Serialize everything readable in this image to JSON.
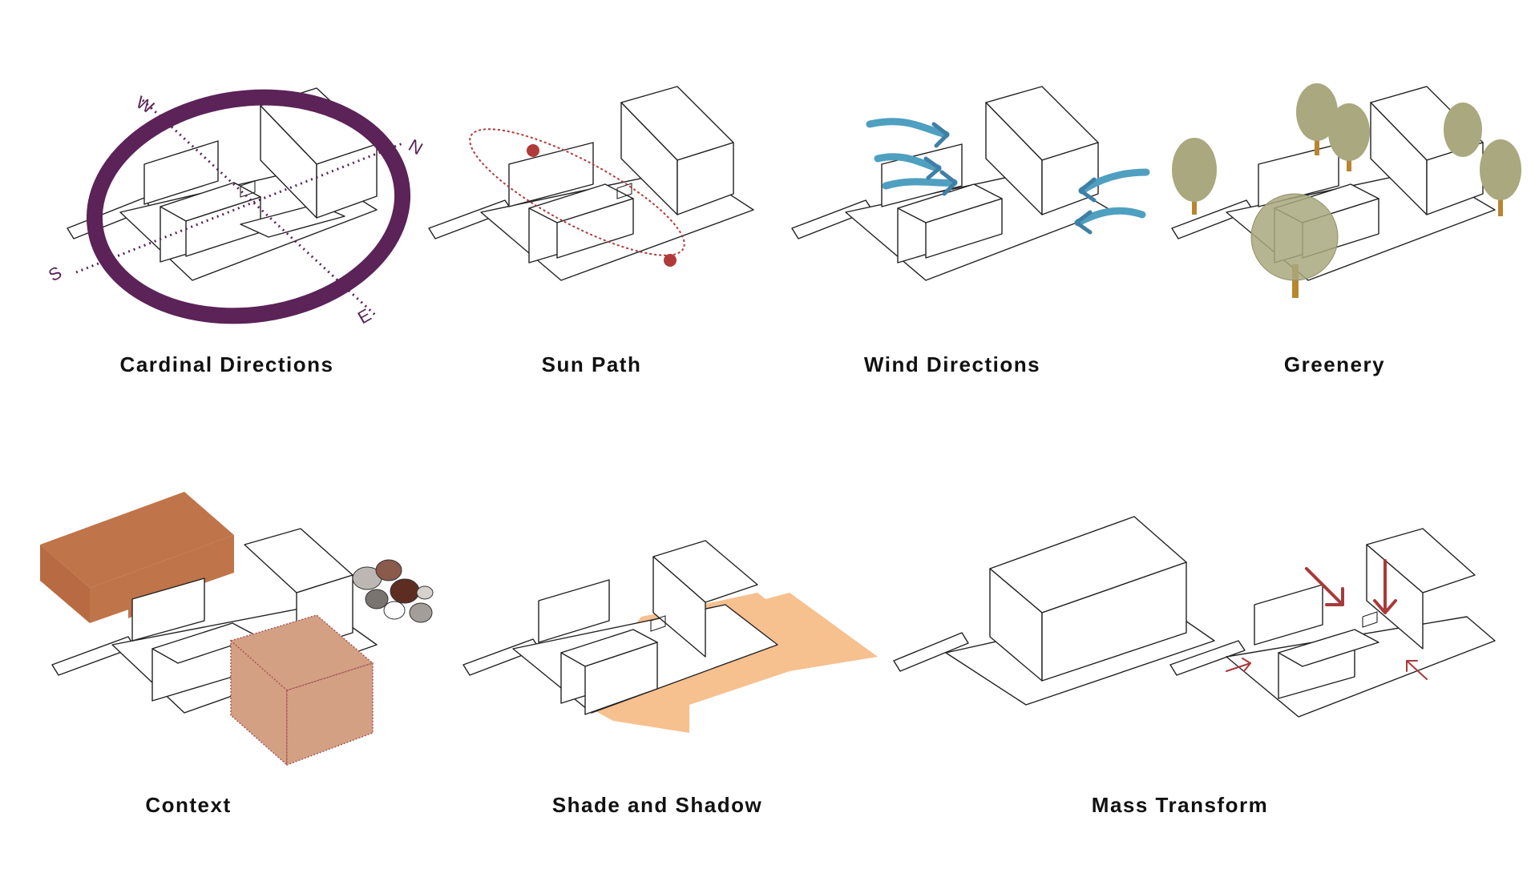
{
  "panels": [
    {
      "id": "cardinal",
      "title": "Cardinal Directions"
    },
    {
      "id": "sun",
      "title": "Sun Path"
    },
    {
      "id": "wind",
      "title": "Wind Directions"
    },
    {
      "id": "greenery",
      "title": "Greenery"
    },
    {
      "id": "context",
      "title": "Context"
    },
    {
      "id": "shadow",
      "title": "Shade and Shadow"
    },
    {
      "id": "mass",
      "title": "Mass Transform"
    }
  ],
  "compass": {
    "west": "W",
    "north": "N",
    "south": "S",
    "east": "E"
  },
  "colors": {
    "compass_ring": "#5b2357",
    "sun": "#b03a3a",
    "wind": "#4f9fc0",
    "tree_canopy": "#a9a87e",
    "tree_trunk": "#b8862f",
    "context_building": "#c0744a",
    "context_block": "#d4a083",
    "shadow": "#f6c08f",
    "arrow": "#a83a3a",
    "line": "#222222"
  }
}
